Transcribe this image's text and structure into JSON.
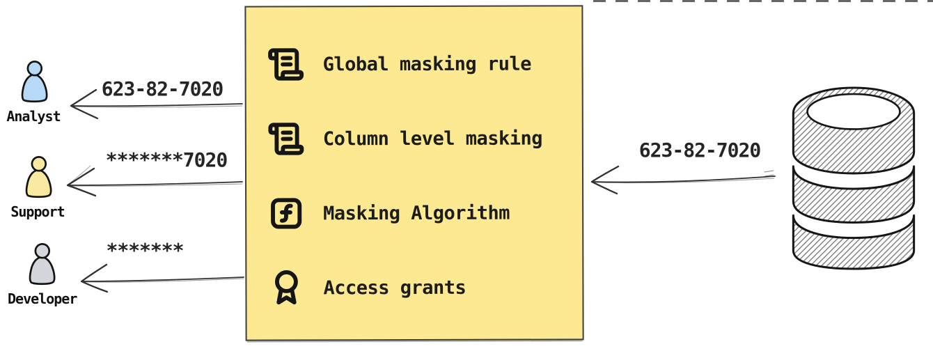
{
  "diagram_type": "data-masking-flow",
  "personas": [
    {
      "name": "Analyst",
      "icon": "person-icon",
      "fill": "#b5d9f6",
      "received_value": "623-82-7020"
    },
    {
      "name": "Support",
      "icon": "person-icon",
      "fill": "#fae9a1",
      "received_value": "*******7020"
    },
    {
      "name": "Developer",
      "icon": "person-icon",
      "fill": "#d3d6da",
      "received_value": "*******"
    }
  ],
  "masking_box": {
    "background": "#fce992",
    "border_color": "#3d3d3d",
    "items": [
      {
        "label": "Global masking rule",
        "icon": "scroll-text-icon"
      },
      {
        "label": "Column level masking",
        "icon": "scroll-text-icon"
      },
      {
        "label": "Masking Algorithm",
        "icon": "function-square-icon"
      },
      {
        "label": "Access grants",
        "icon": "award-icon"
      }
    ]
  },
  "database": {
    "icon": "database-icon",
    "output_value": "623-82-7020"
  },
  "flows": [
    {
      "from": "database",
      "to": "masking-box",
      "label": "623-82-7020"
    },
    {
      "from": "masking-box",
      "to": "Analyst",
      "label": "623-82-7020"
    },
    {
      "from": "masking-box",
      "to": "Support",
      "label": "*******7020"
    },
    {
      "from": "masking-box",
      "to": "Developer",
      "label": "*******"
    }
  ]
}
